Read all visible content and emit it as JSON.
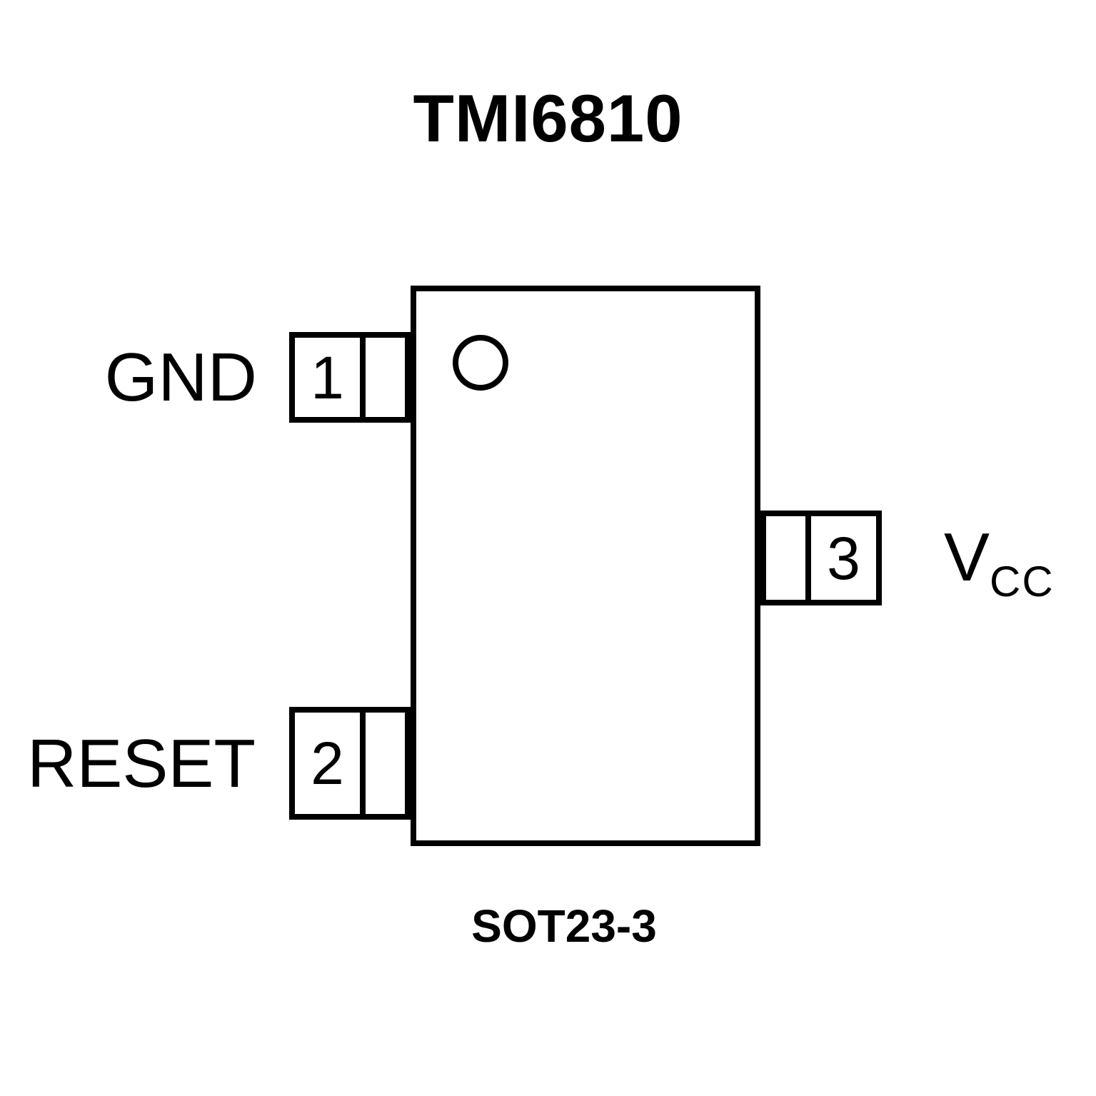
{
  "title": "TMI6810",
  "package": "SOT23-3",
  "colors": {
    "line": "#000000",
    "background": "#ffffff"
  },
  "pins": [
    {
      "number": "1",
      "name": "GND",
      "side": "left"
    },
    {
      "number": "2",
      "name": "RESET",
      "side": "left"
    },
    {
      "number": "3",
      "name": "VCC",
      "side": "right"
    }
  ],
  "vcc_label": {
    "main": "V",
    "sub": "CC"
  }
}
